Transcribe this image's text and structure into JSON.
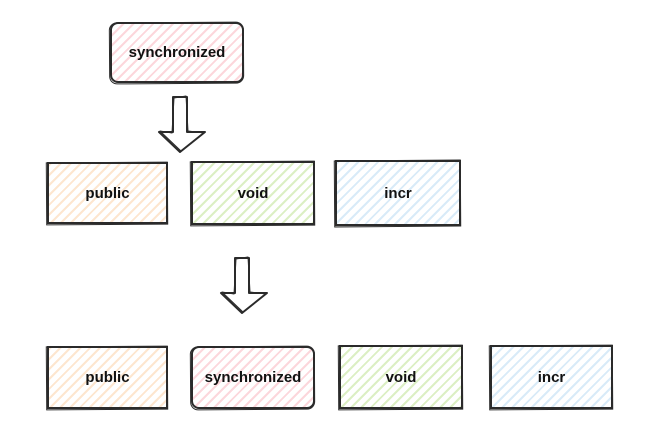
{
  "diagram": {
    "top": {
      "label": "synchronized",
      "color": "#fcd7dc"
    },
    "row1": [
      {
        "label": "public",
        "color": "#fde6cf"
      },
      {
        "label": "void",
        "color": "#dcefc4"
      },
      {
        "label": "incr",
        "color": "#d9ebf8"
      }
    ],
    "row2": [
      {
        "label": "public",
        "color": "#fde6cf"
      },
      {
        "label": "synchronized",
        "color": "#fcd7dc"
      },
      {
        "label": "void",
        "color": "#dcefc4"
      },
      {
        "label": "incr",
        "color": "#d9ebf8"
      }
    ],
    "arrow_icon": "down-arrow-icon"
  }
}
